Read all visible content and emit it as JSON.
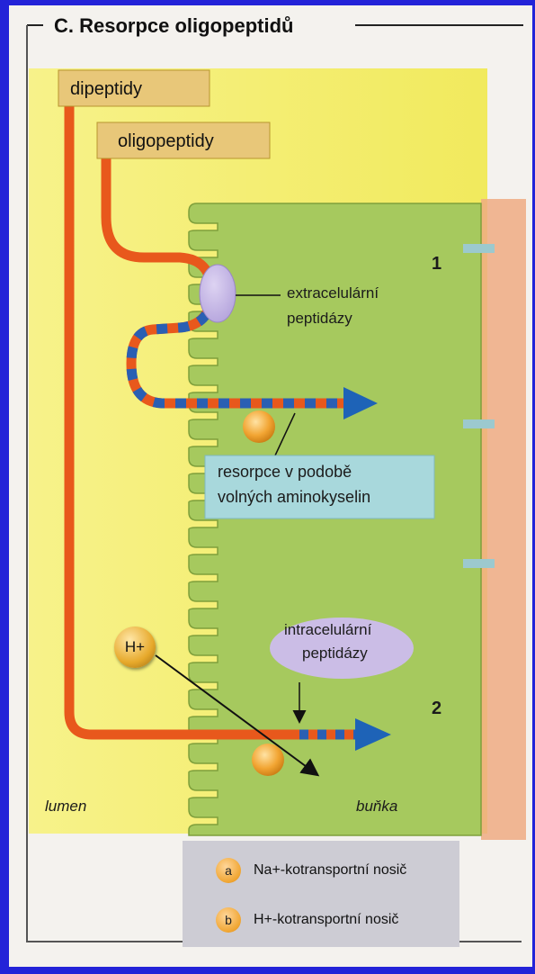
{
  "title": "C. Resorpce oligopeptidů",
  "labels": {
    "dipeptidy": "dipeptidy",
    "oligopeptidy": "oligopeptidy",
    "extracellular_line1": "extracelulární",
    "extracellular_line2": "peptidázy",
    "resorption_line1": "resorpce v podobě",
    "resorption_line2": "volných aminokyselin",
    "intracellular_line1": "intracelulární",
    "intracellular_line2": "peptidázy",
    "h_ion": "H+",
    "num1": "1",
    "num2": "2",
    "lumen": "lumen",
    "cell": "buňka"
  },
  "legend": [
    {
      "badge": "a",
      "text": "Na+-kotransportní nosič"
    },
    {
      "badge": "b",
      "text": "H+-kotransportní nosič"
    }
  ],
  "colors": {
    "lumen": "#f4ee73",
    "cell": "#a6c95e",
    "path_orange": "#e8581c",
    "path_blue": "#2a5fb3",
    "arrow_blue": "#1e63b7",
    "tag_fill": "#e8c779",
    "tag_border": "#b8952e",
    "enzyme": "#c3b5e3",
    "callout": "#a8d8dc",
    "legend_bg": "#cdccd4",
    "side_band": "#eeab83"
  }
}
